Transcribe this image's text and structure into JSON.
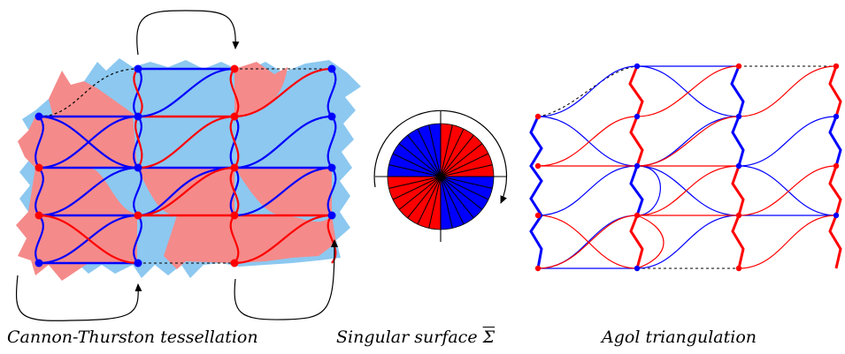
{
  "captions": {
    "cannon_thurston": "Cannon-Thurston tessellation",
    "singular_surface_prefix": "Singular surface ",
    "singular_surface_symbol": "Σ",
    "agol": "Agol triangulation"
  },
  "colors": {
    "red": "#ff0000",
    "blue": "#0000ff",
    "light_red": "#f58a8a",
    "light_blue": "#8cc8f0",
    "black": "#000000"
  },
  "icons": [
    "curved-arrow-icon",
    "rotation-arrow-icon"
  ]
}
